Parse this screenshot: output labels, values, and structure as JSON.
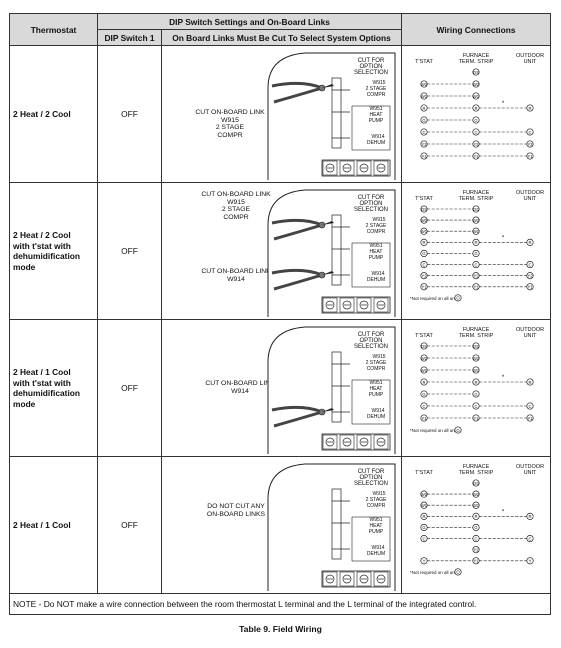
{
  "headers": {
    "thermostat": "Thermostat",
    "dip_links_group": "DIP Switch Settings and On-Board Links",
    "dip_switch": "DIP Switch 1",
    "board_links": "On Board Links Must Be Cut To Select System Options",
    "wiring": "Wiring Connections"
  },
  "board_text": {
    "cut_for": "CUT FOR",
    "option": "OPTION",
    "selection": "SELECTION",
    "w915": "W915",
    "stage2": "2 STAGE",
    "compr": "COMPR",
    "w951": "W951",
    "heat": "HEAT",
    "pump": "PUMP",
    "w914": "W914",
    "dehum": "DEHUM"
  },
  "wiring_labels": {
    "tstat": "T'STAT",
    "furnace": "FURNACE",
    "term_strip": "TERM. STRIP",
    "outdoor": "OUTDOOR",
    "unit": "UNIT",
    "not_required": "*Not required on all units",
    "asterisk": "*"
  },
  "rows": [
    {
      "thermostat": "2 Heat / 2 Cool",
      "dip": "OFF",
      "link_label_1": "CUT ON-BOARD LINK\nW915\n2 STAGE\nCOMPR",
      "link_label_2": "",
      "terminals_tstat": [
        "W2",
        "W1",
        "R",
        "G",
        "C",
        "Y2",
        "Y1"
      ],
      "terminals_furnace": [
        "DS",
        "W2",
        "W1",
        "R",
        "G",
        "C",
        "Y2",
        "Y1"
      ],
      "terminals_outdoor": [
        "R",
        "C",
        "Y2",
        "Y1"
      ]
    },
    {
      "thermostat": "2 Heat / 2 Cool\nwith t'stat with\ndehumidification\nmode",
      "dip": "OFF",
      "link_label_1": "CUT ON-BOARD LINK\nW915\n2 STAGE\nCOMPR",
      "link_label_2": "CUT ON-BOARD LINK\nW914",
      "terminals_tstat": [
        "DS",
        "W2",
        "W1",
        "R",
        "G",
        "C",
        "Y2",
        "Y1"
      ],
      "terminals_furnace": [
        "DS",
        "W2",
        "W1",
        "R",
        "G",
        "C",
        "Y2",
        "Y1",
        "O"
      ],
      "terminals_outdoor": [
        "R",
        "C",
        "Y2",
        "Y1"
      ]
    },
    {
      "thermostat": "2 Heat / 1 Cool\nwith t'stat with\ndehumidification\nmode",
      "dip": "OFF",
      "link_label_1": "CUT ON-BOARD LINK\nW914",
      "link_label_2": "",
      "terminals_tstat": [
        "DS",
        "W2",
        "W1",
        "R",
        "G",
        "C",
        "Y1"
      ],
      "terminals_furnace": [
        "DS",
        "W2",
        "W1",
        "R",
        "G",
        "C",
        "Y1",
        "O"
      ],
      "terminals_outdoor": [
        "R",
        "C",
        "Y1"
      ]
    },
    {
      "thermostat": "2 Heat / 1 Cool",
      "dip": "OFF",
      "link_label_1": "DO NOT CUT ANY\nON-BOARD LINKS",
      "link_label_2": "",
      "terminals_tstat": [
        "W2",
        "W1",
        "R",
        "G",
        "C",
        "Y"
      ],
      "terminals_furnace": [
        "DS",
        "W2",
        "W1",
        "R",
        "G",
        "C",
        "Y2",
        "Y1",
        "O"
      ],
      "terminals_outdoor": [
        "R",
        "C",
        "Y"
      ]
    }
  ],
  "note": "NOTE - Do NOT make a wire connection between the room thermostat L terminal and the L terminal of the integrated control.",
  "caption": "Table 9. Field Wiring"
}
